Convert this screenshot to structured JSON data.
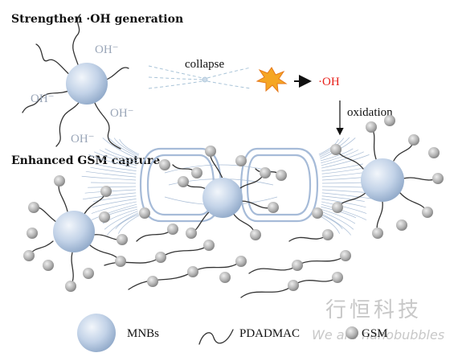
{
  "headings": {
    "top": "Strengthen ·OH generation",
    "middle": "Enhanced GSM capture"
  },
  "process": {
    "collapse": "collapse",
    "oxidation": "oxidation",
    "hydroxyl_radical": "·OH"
  },
  "hydroxide_labels": [
    "OH⁻",
    "OH⁻",
    "OH⁻",
    "OH⁻"
  ],
  "legend": {
    "bubble": "MNBs",
    "polymer": "PDADMAC",
    "particle": "GSM"
  },
  "watermark": {
    "company": "行恒科技",
    "slogan": "We are nanobubbles"
  },
  "colors": {
    "bubble": "#b9cbe3",
    "particle": "#a8a8a8",
    "radical": "#e8221c",
    "star": "#f5a623"
  }
}
